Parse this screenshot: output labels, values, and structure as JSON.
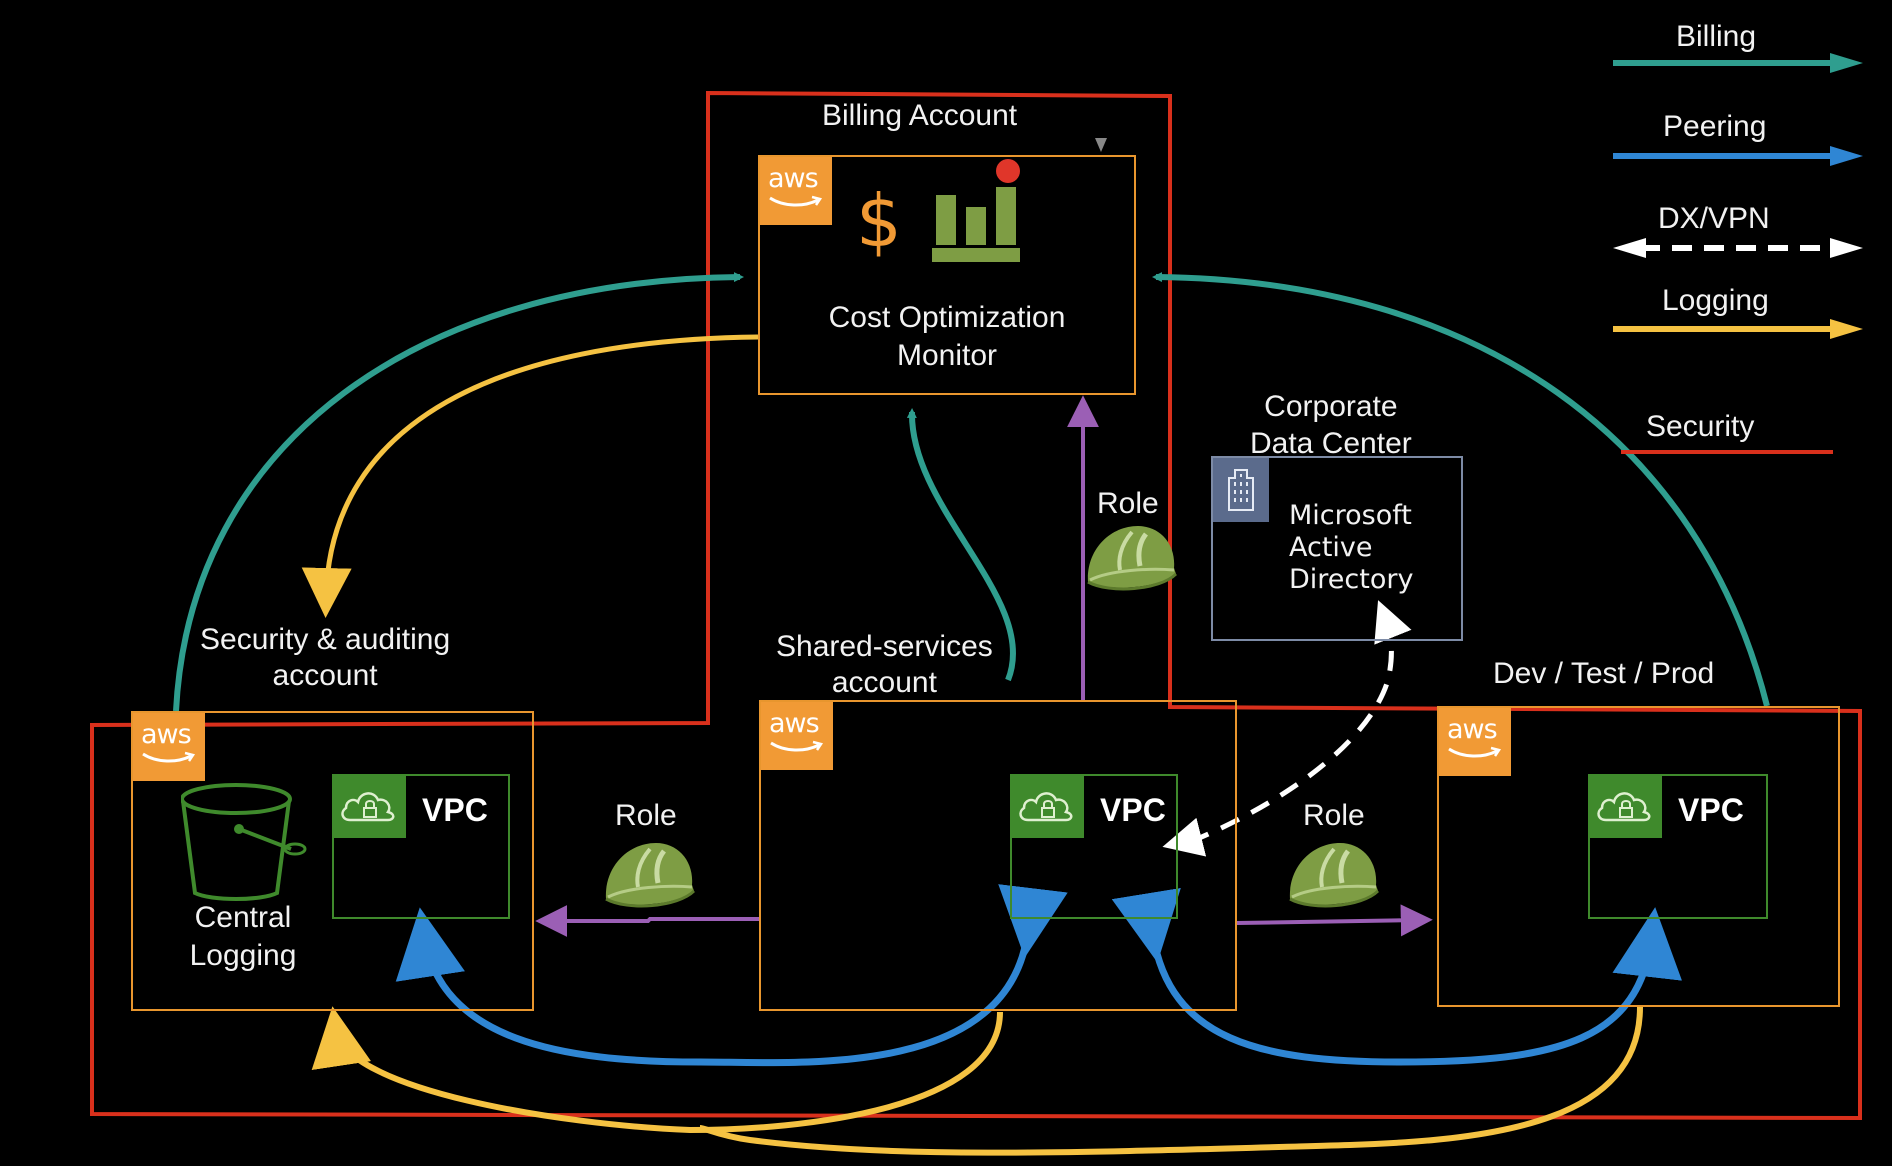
{
  "legend": {
    "items": [
      {
        "label": "Billing",
        "style": "solid-arrow",
        "color": "#2f9e8f"
      },
      {
        "label": "Peering",
        "style": "solid-arrow",
        "color": "#2f86d4"
      },
      {
        "label": "DX/VPN",
        "style": "dashed-double-arrow",
        "color": "#ffffff"
      },
      {
        "label": "Logging",
        "style": "solid-arrow",
        "color": "#f5c242"
      },
      {
        "label": "Security",
        "style": "solid-line",
        "color": "#d9301c"
      }
    ]
  },
  "colors": {
    "billing": "#2f9e8f",
    "peering": "#2f86d4",
    "dxvpn": "#ffffff",
    "logging": "#f5c242",
    "security": "#d9301c",
    "role": "#9b5fb5",
    "account_border": "#e8962e",
    "aws_tile": "#f19a35",
    "vpc": "#3f8a2c",
    "corporate_border": "#7d8ba6",
    "corporate_tile": "#5b6b8c"
  },
  "billing_account": {
    "title": "Billing Account",
    "service_label_line1": "Cost Optimization",
    "service_label_line2": "Monitor",
    "icon": "cost-optimization-icon",
    "logo": "aws"
  },
  "security_account": {
    "title_line1": "Security & auditing",
    "title_line2": "account",
    "logo": "aws",
    "storage_label_line1": "Central",
    "storage_label_line2": "Logging",
    "vpc_label": "VPC"
  },
  "shared_services_account": {
    "title_line1": "Shared-services",
    "title_line2": "account",
    "logo": "aws",
    "vpc_label": "VPC"
  },
  "dev_account": {
    "title": "Dev / Test / Prod",
    "logo": "aws",
    "vpc_label": "VPC"
  },
  "corporate_dc": {
    "title_line1": "Corporate",
    "title_line2": "Data Center",
    "label_line1": "Microsoft",
    "label_line2": "Active",
    "label_line3": "Directory",
    "icon": "building-icon"
  },
  "roles": [
    {
      "label": "Role",
      "from": "Shared-services account",
      "to": "Billing Account"
    },
    {
      "label": "Role",
      "from": "Shared-services account",
      "to": "Security & auditing account"
    },
    {
      "label": "Role",
      "from": "Shared-services account",
      "to": "Dev / Test / Prod"
    }
  ]
}
